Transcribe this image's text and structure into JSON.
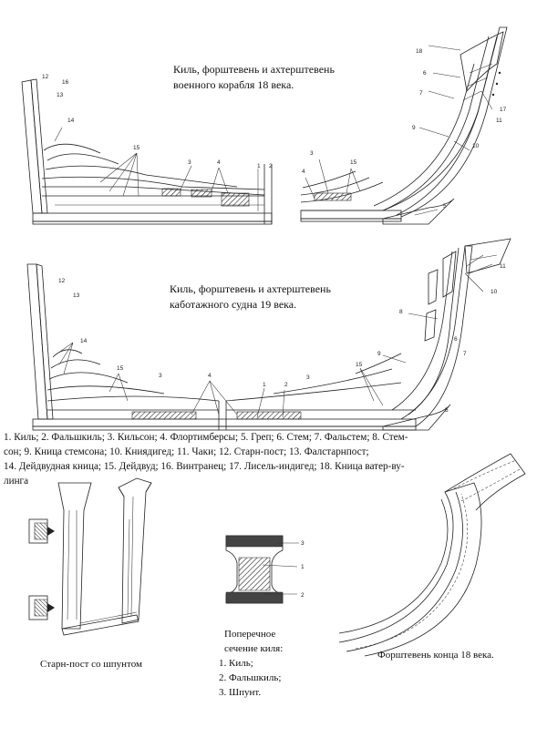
{
  "fig1": {
    "caption_line1": "Киль, форштевень и ахтерштевень",
    "caption_line2": "военного корабля 18 века.",
    "labels": [
      "1",
      "2",
      "3",
      "4",
      "5",
      "6",
      "7",
      "9",
      "10",
      "11",
      "12",
      "13",
      "14",
      "15",
      "16",
      "17",
      "18"
    ]
  },
  "fig2": {
    "caption_line1": "Киль, форштевень и ахтерштевень",
    "caption_line2": "каботажного судна 19 века.",
    "labels": [
      "1",
      "2",
      "3",
      "4",
      "5",
      "6",
      "7",
      "8",
      "9",
      "10",
      "11",
      "12",
      "13",
      "14",
      "15"
    ]
  },
  "legend": {
    "line1": "1. Киль; 2. Фальшкиль; 3. Кильсон; 4. Флортимберсы; 5. Греп; 6. Стем; 7. Фальстем; 8. Стем-",
    "line2": "сон; 9. Кница стемсона; 10. Книядигед; 11. Чаки; 12. Старн-пост; 13. Фалстарнпост;",
    "line3": "14. Дейдвудная кница; 15. Дейдвуд; 16. Винтранец; 17. Лисель-индигед; 18. Кница ватер-ву-",
    "line4": "линга"
  },
  "sternpost": {
    "caption": "Старн-пост со шпунтом"
  },
  "keel_section": {
    "title_line1": "Поперечное",
    "title_line2": "сечение киля:",
    "items": [
      "1. Киль;",
      "2. Фальшкиль;",
      "3. Шпунт."
    ],
    "labels": [
      "1",
      "2",
      "3"
    ]
  },
  "stem": {
    "caption": "Форштевень конца 18 века."
  }
}
